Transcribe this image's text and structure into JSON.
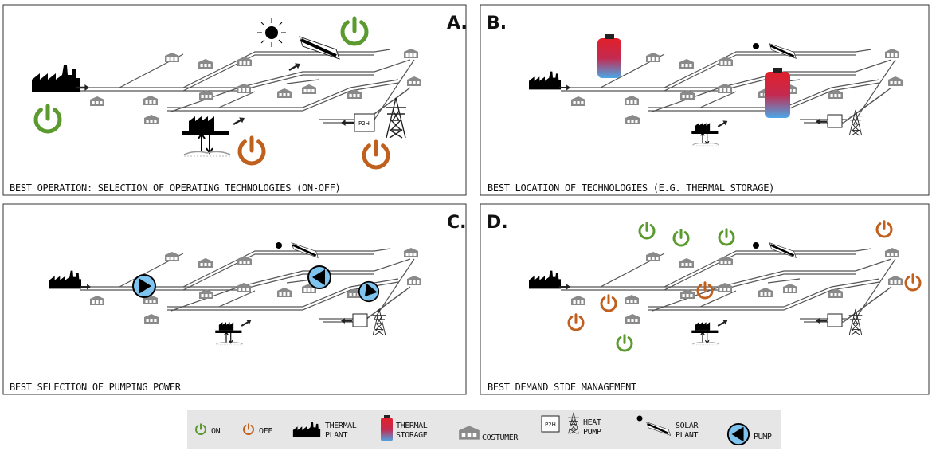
{
  "panels": [
    {
      "label": "A.",
      "caption": "BEST OPERATION: SELECTION OF  OPERATING TECHNOLOGIES (ON-OFF)"
    },
    {
      "label": "B.",
      "caption": "BEST LOCATION OF TECHNOLOGIES (E.G. THERMAL STORAGE)"
    },
    {
      "label": "C.",
      "caption": "BEST SELECTION OF PUMPING POWER"
    },
    {
      "label": "D.",
      "caption": "BEST DEMAND SIDE MANAGEMENT"
    }
  ],
  "heat_pump_box_label": "P2H",
  "legend": {
    "on": "ON",
    "off": "OFF",
    "thermal_plant": [
      "THERMAL",
      "PLANT"
    ],
    "thermal_storage": [
      "THERMAL",
      "STORAGE"
    ],
    "costumer": "COSTUMER",
    "heat_pump": [
      "HEAT",
      "PUMP"
    ],
    "solar_plant": [
      "SOLAR",
      "PLANT"
    ],
    "pump": "PUMP"
  },
  "colors": {
    "on": "#5a9a2e",
    "off": "#c0601f",
    "house": "#8a8a8a",
    "pipe": "#555555",
    "legend_bg": "#e6e6e6",
    "storage_top": "#e0202a",
    "storage_bottom": "#4aa8e8",
    "pump_fill": "#7ec4ee"
  }
}
